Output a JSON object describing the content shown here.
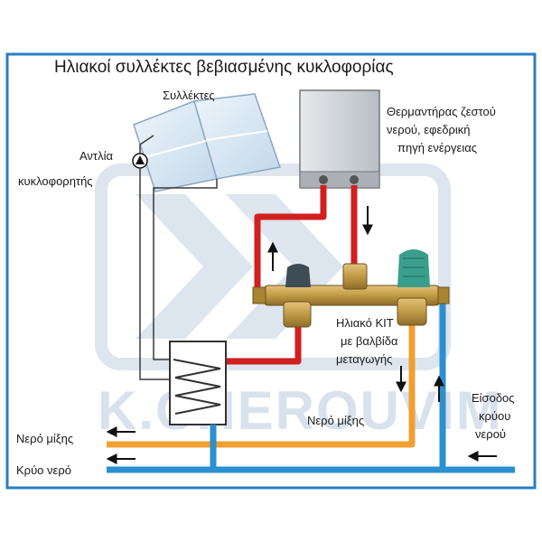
{
  "title": "Ηλιακοί συλλέκτες βεβιασμένης κυκλοφορίας",
  "labels": {
    "collectors": "Συλλέκτες",
    "pump_line1": "Αντλία",
    "pump_line2": "κυκλοφορητής",
    "heater_line1": "Θερμαντήρας ζεστού",
    "heater_line2": "νερού, εφεδρική",
    "heater_line3": "πηγή ενέργειας",
    "kit_line1": "Ηλιακό ΚΙΤ",
    "kit_line2": "με βαλβίδα",
    "kit_line3": "μεταγωγής",
    "mixed_water_center": "Νερό μίξης",
    "mixed_water_out": "Νερό μίξης",
    "cold_water_out": "Κρύο νερό",
    "cold_in_line1": "Είσοδος",
    "cold_in_line2": "κρύου",
    "cold_in_line3": "νερού"
  },
  "watermark": "K.CHEROUVIM",
  "colors": {
    "frame": "#2a7fc4",
    "hot_pipe": "#d21f1f",
    "mixed_pipe": "#f0a030",
    "cold_pipe": "#2b8fd0",
    "brass": "#c9a04a",
    "valve_cap": "#3a9e8c",
    "collector_panel": "#d6e6f2",
    "heater_body": "#cfd4d8",
    "watermark": "#b9cbe0"
  }
}
